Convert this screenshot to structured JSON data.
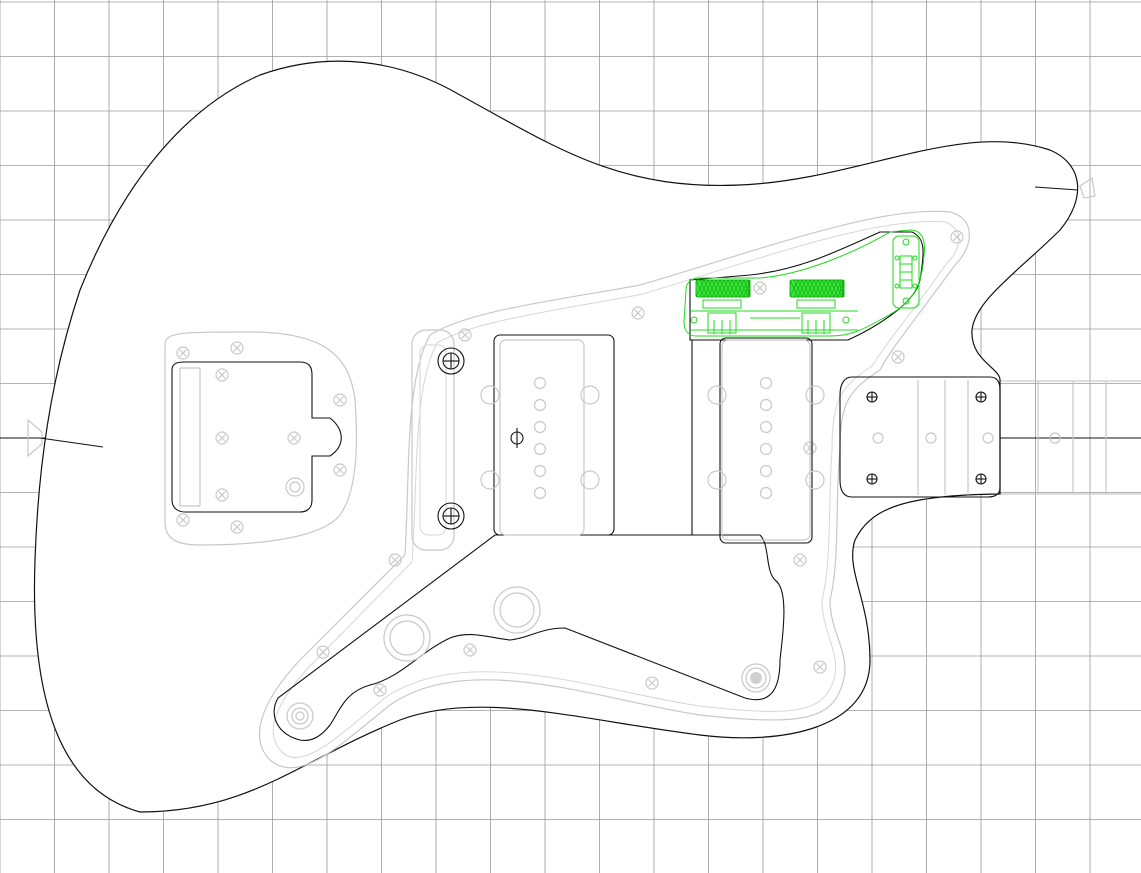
{
  "canvas": {
    "background": "#ffffff"
  },
  "colors": {
    "grid": "#9a9a9a",
    "outline": "#111111",
    "faint": "#c8c8c8",
    "highlight": "#1fd81f"
  },
  "grid": {
    "visible": true
  },
  "parts": {
    "body": "guitar-body-outline",
    "pickguard": "pickguard",
    "bridge_plate": "tremolo-plate",
    "pickups": [
      "neck-pickup",
      "bridge-pickup"
    ],
    "neck": "neck-heel",
    "rhythm_circuit": "rhythm-circuit-control-plate"
  }
}
